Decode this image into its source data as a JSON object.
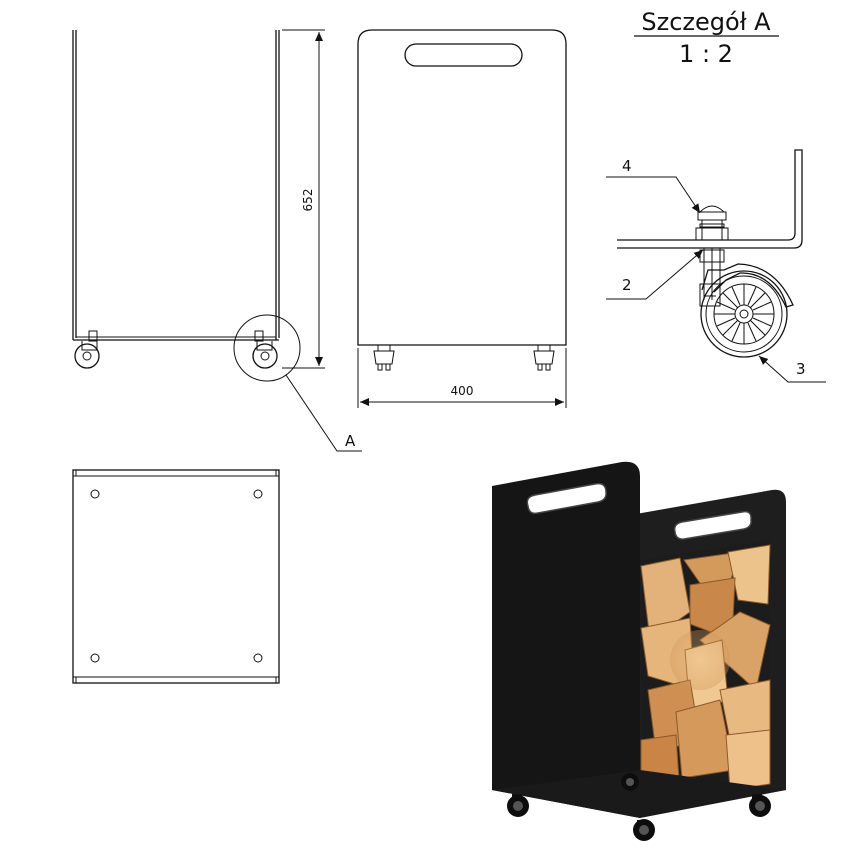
{
  "detail": {
    "title": "Szczegół A",
    "scale": "1 : 2"
  },
  "dimensions": {
    "height": "652",
    "width": "400"
  },
  "callouts": {
    "detail_ref": "A",
    "part_4": "4",
    "part_2": "2",
    "part_3": "3"
  },
  "colors": {
    "line": "#111111",
    "steel": "#1b1b1b",
    "wood": "#d9a66a",
    "wood_dark": "#b57a3e"
  }
}
